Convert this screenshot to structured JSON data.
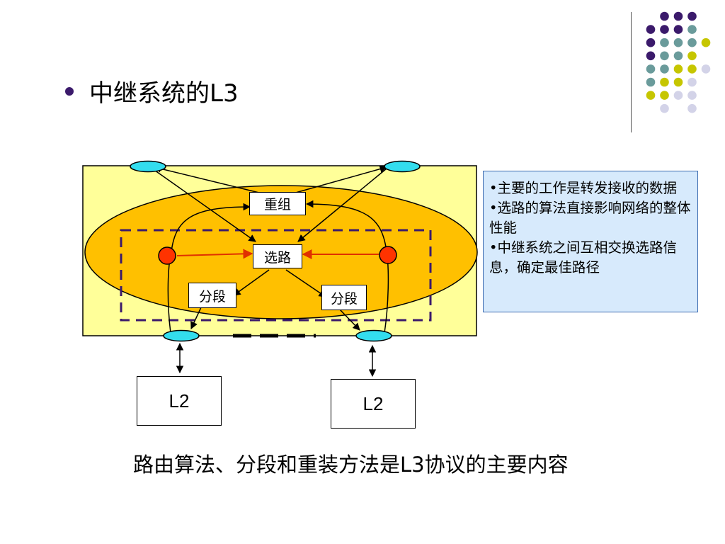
{
  "title": "中继系统的L3",
  "colors": {
    "purple": "#3b1a6b",
    "teal": "#6a9b9b",
    "olive": "#c6c600",
    "lavender": "#d3d3e8",
    "panel_yellow": "#ffff99",
    "ellipse_orange": "#ffc000",
    "cyan": "#33ddee",
    "red": "#ff3300"
  },
  "diagram": {
    "node_reassembly": "重组",
    "node_routing": "选路",
    "node_segment_left": "分段",
    "node_segment_right": "分段",
    "l2_left": "L2",
    "l2_right": "L2"
  },
  "info": {
    "bullet1": "•主要的工作是转发接收的数据",
    "bullet2": "•选路的算法直接影响网络的整体性能",
    "bullet3": "•中继系统之间互相交换选路信息，确定最佳路径"
  },
  "caption": "路由算法、分段和重装方法是L3协议的主要内容"
}
